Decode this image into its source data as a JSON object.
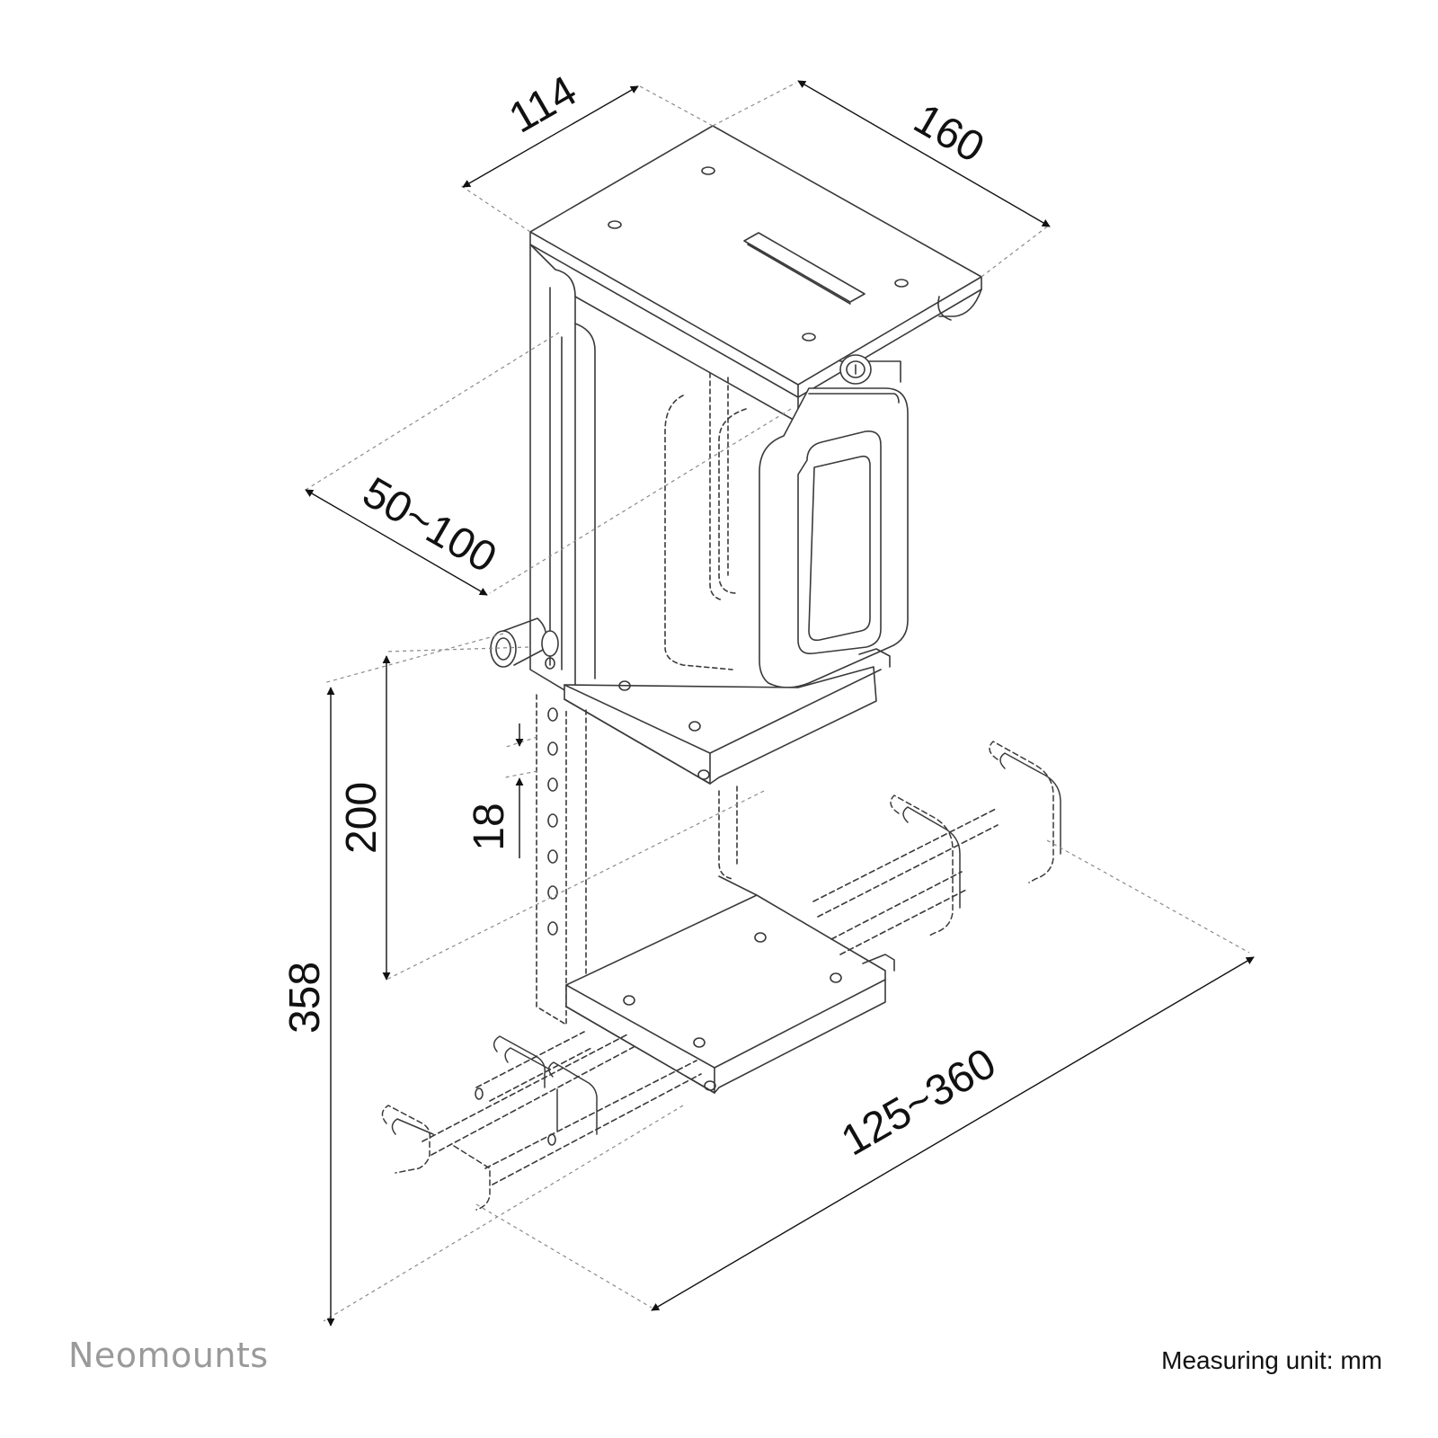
{
  "dimensions": {
    "depth_top": "114",
    "width_top": "160",
    "clamp_range": "50~100",
    "upper_height": "200",
    "hole_pitch": "18",
    "total_height": "358",
    "length_range": "125~360"
  },
  "brand": {
    "name": "Neomounts"
  },
  "footer": {
    "unit_note": "Measuring unit: mm"
  },
  "colors": {
    "line": "#333333",
    "dim_line": "#8a8a8a",
    "text": "#111111",
    "brand_gray": "#9a9a9a"
  }
}
